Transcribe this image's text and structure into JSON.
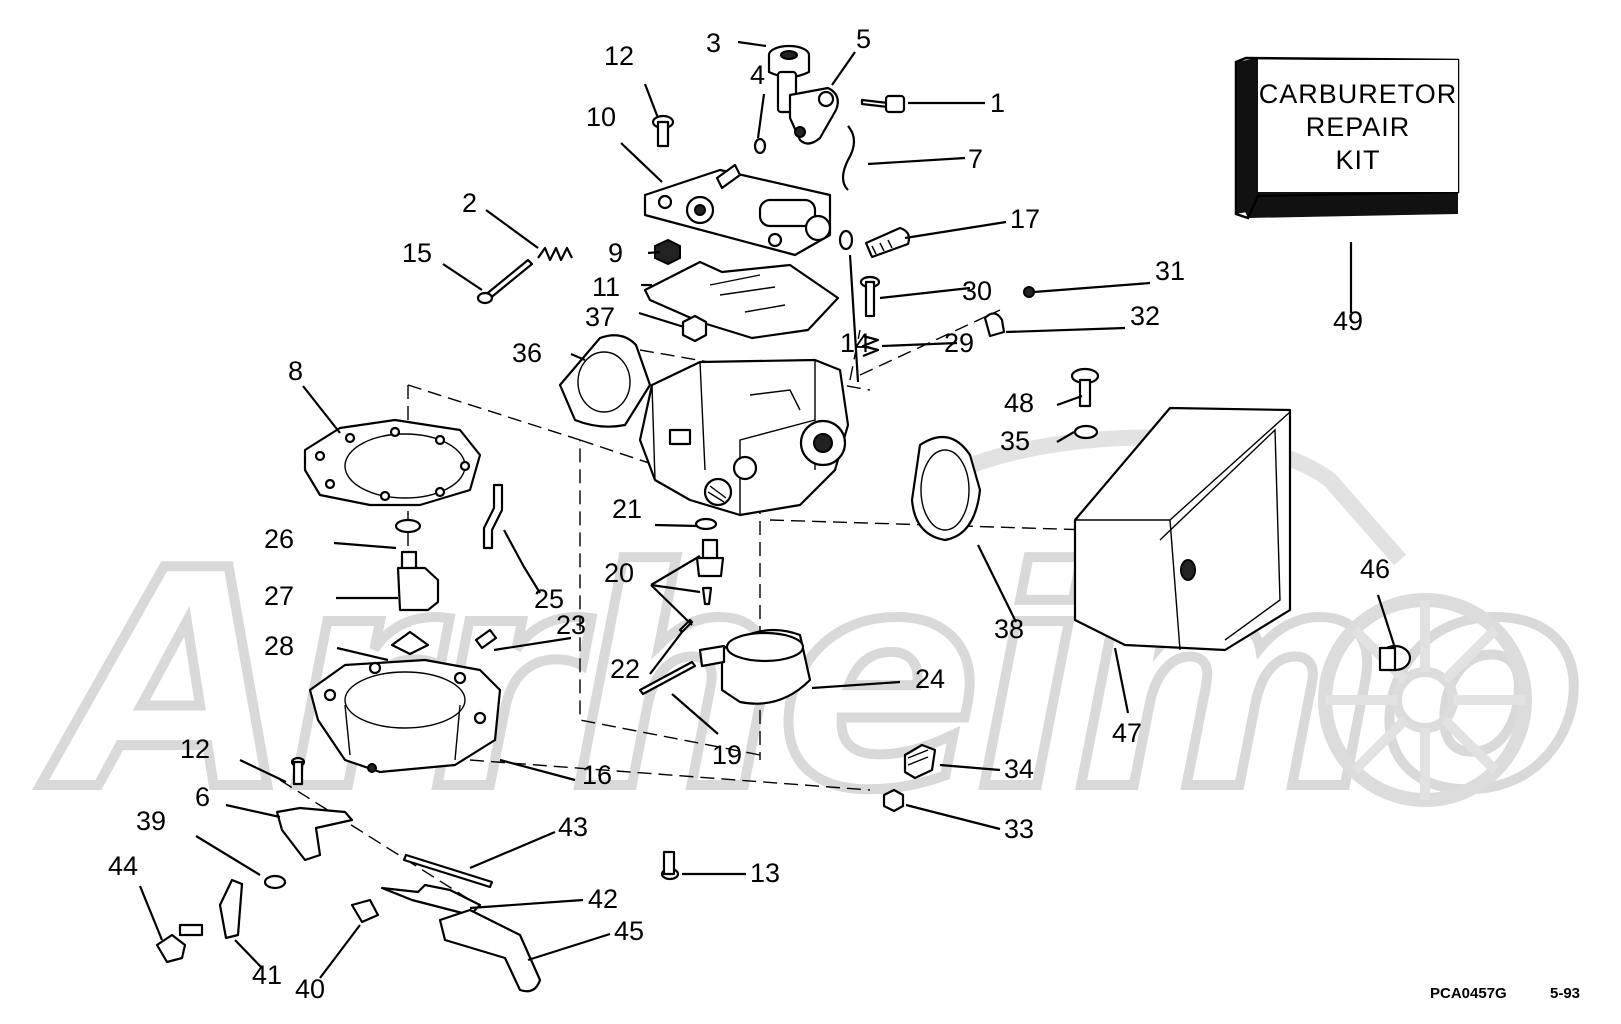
{
  "kit": {
    "lines": [
      "CARBURETOR",
      "REPAIR",
      "KIT"
    ]
  },
  "callouts": {
    "c1": "1",
    "c2": "2",
    "c3": "3",
    "c4": "4",
    "c5": "5",
    "c6": "6",
    "c7": "7",
    "c8": "8",
    "c9": "9",
    "c10": "10",
    "c11": "11",
    "c12a": "12",
    "c12b": "12",
    "c13": "13",
    "c14": "14",
    "c15": "15",
    "c16": "16",
    "c17": "17",
    "c19": "19",
    "c20": "20",
    "c21": "21",
    "c22": "22",
    "c23": "23",
    "c24": "24",
    "c25": "25",
    "c26": "26",
    "c27": "27",
    "c28": "28",
    "c29": "29",
    "c30": "30",
    "c31": "31",
    "c32": "32",
    "c33": "33",
    "c34": "34",
    "c35": "35",
    "c36": "36",
    "c37": "37",
    "c38": "38",
    "c39": "39",
    "c40": "40",
    "c41": "41",
    "c42": "42",
    "c43": "43",
    "c44": "44",
    "c45": "45",
    "c46": "46",
    "c47": "47",
    "c48": "48",
    "c49": "49"
  },
  "footer": {
    "code": "PCA0457G",
    "date": "5-93"
  },
  "watermark": {
    "text": "Arrheimo"
  },
  "colors": {
    "ink": "#000000",
    "watermark": "#d9d9d9",
    "paper": "#ffffff"
  }
}
